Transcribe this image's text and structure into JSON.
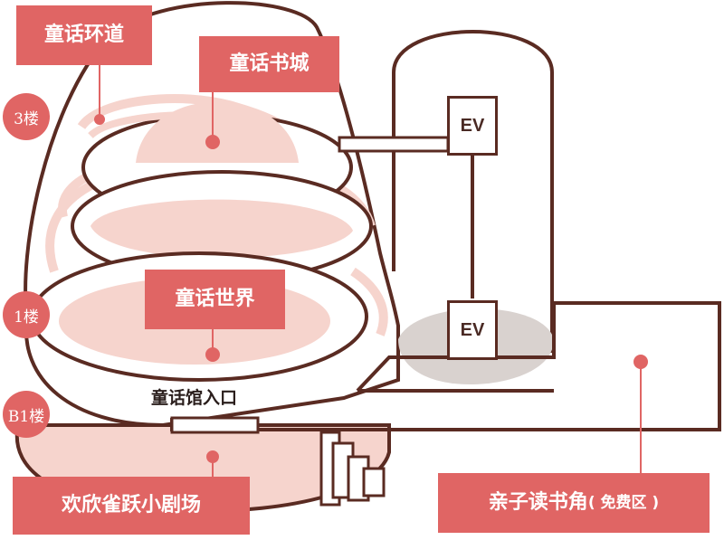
{
  "labels": {
    "fairy_road": "童话环道",
    "fairy_bookcity": "童话书城",
    "fairy_world": "童话世界",
    "theater": "欢欣雀跃小剧场",
    "reading_corner": "亲子读书角",
    "reading_corner_note": "( 免费区 )",
    "entrance": "童话馆入口"
  },
  "floors": {
    "f3": "3楼",
    "f1": "1楼",
    "b1": "B1楼"
  },
  "elevators": {
    "upper": "EV",
    "lower": "EV"
  },
  "colors": {
    "accent": "#e06564",
    "outline": "#5a2b22",
    "floor_fill": "#f6d4cd",
    "ev_floor": "#d9d2cf"
  }
}
